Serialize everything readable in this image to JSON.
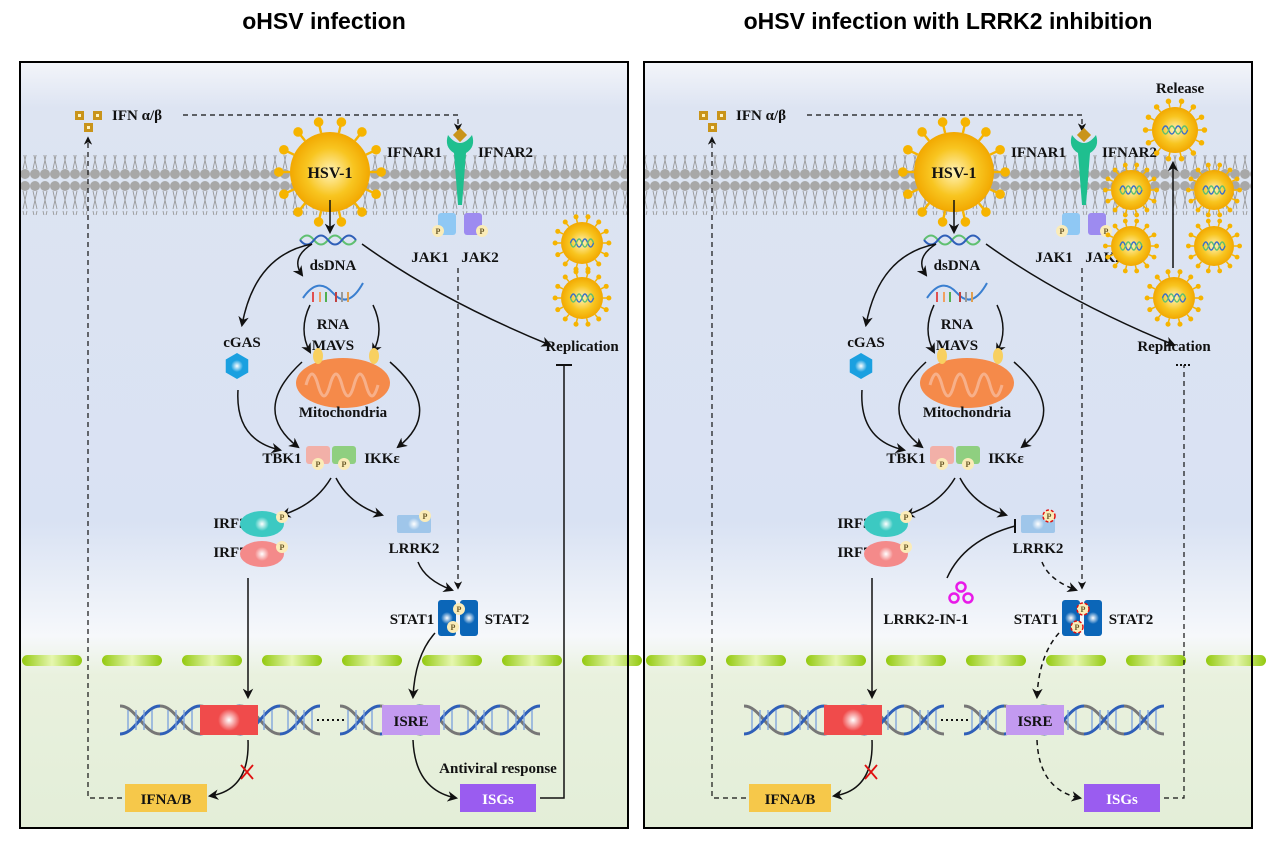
{
  "panels": [
    {
      "title": "oHSV infection",
      "variant": "normal",
      "labels": {
        "ifn": "IFN α/β",
        "virus": "HSV-1",
        "ifnar1": "IFNAR1",
        "ifnar2": "IFNAR2",
        "jak1": "JAK1",
        "jak2": "JAK2",
        "dsdna": "dsDNA",
        "rna": "RNA",
        "mavs": "MAVS",
        "cgas": "cGAS",
        "mito": "Mitochondria",
        "tbk1": "TBK1",
        "ikke": "IKKε",
        "irf3": "IRF3",
        "irf7": "IRF7",
        "lrrk2": "LRRK2",
        "stat1": "STAT1",
        "stat2": "STAT2",
        "replication": "Replication",
        "isre": "ISRE",
        "antiviral": "Antiviral response",
        "ifnab": "IFNA/B",
        "isgs": "ISGs",
        "phospho": "P"
      }
    },
    {
      "title": "oHSV infection with LRRK2 inhibition",
      "variant": "inhibited",
      "labels": {
        "ifn": "IFN α/β",
        "virus": "HSV-1",
        "ifnar1": "IFNAR1",
        "ifnar2": "IFNAR2",
        "jak1": "JAK1",
        "jak2": "JAK2",
        "dsdna": "dsDNA",
        "rna": "RNA",
        "mavs": "MAVS",
        "cgas": "cGAS",
        "mito": "Mitochondria",
        "tbk1": "TBK1",
        "ikke": "IKKε",
        "irf3": "IRF3",
        "irf7": "IRF7",
        "lrrk2": "LRRK2",
        "stat1": "STAT1",
        "stat2": "STAT2",
        "replication": "Replication",
        "isre": "ISRE",
        "ifnab": "IFNA/B",
        "isgs": "ISGs",
        "release": "Release",
        "inhibitor": "LRRK2-IN-1",
        "phospho": "P"
      }
    }
  ],
  "colors": {
    "virus": "#f6b400",
    "receptor": "#1fbf8f",
    "mito": "#f58a4a",
    "cgas": "#1aa0e0",
    "irf3": "#3cc9c2",
    "irf7": "#f48a8a",
    "lrrk2": "#9fc6ea",
    "stat": "#0b66b8",
    "ifnab_box": "#f6c84a",
    "isgs_box": "#9a5cf0",
    "isre_box": "#c39af0",
    "promoter": "#f04b4b",
    "nuclear_membrane": "#9acd17",
    "inhibitor": "#e81ae8",
    "block_x": "#e01010"
  }
}
